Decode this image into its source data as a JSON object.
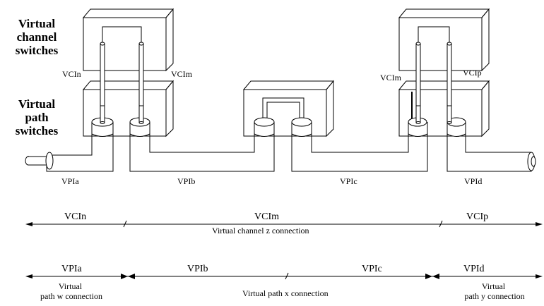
{
  "side_labels": {
    "top": "Virtual\nchannel\nswitches",
    "bottom": "Virtual\npath\nswitches"
  },
  "vci_labels": {
    "left_n": "VCIn",
    "left_m": "VCIm",
    "right_m": "VCIm",
    "right_p": "VCIp"
  },
  "vpi_labels": {
    "a": "VPIa",
    "b": "VPIb",
    "c": "VPIc",
    "d": "VPId"
  },
  "channel_row": {
    "segments": [
      "VCIn",
      "VCIm",
      "VCIp"
    ],
    "caption": "Virtual channel z connection"
  },
  "path_row": {
    "segments": [
      "VPIa",
      "VPIb",
      "VPIc",
      "VPId"
    ],
    "caption_left": "Virtual\npath w connection",
    "caption_mid": "Virtual path x connection",
    "caption_right": "Virtual\npath y connection"
  }
}
